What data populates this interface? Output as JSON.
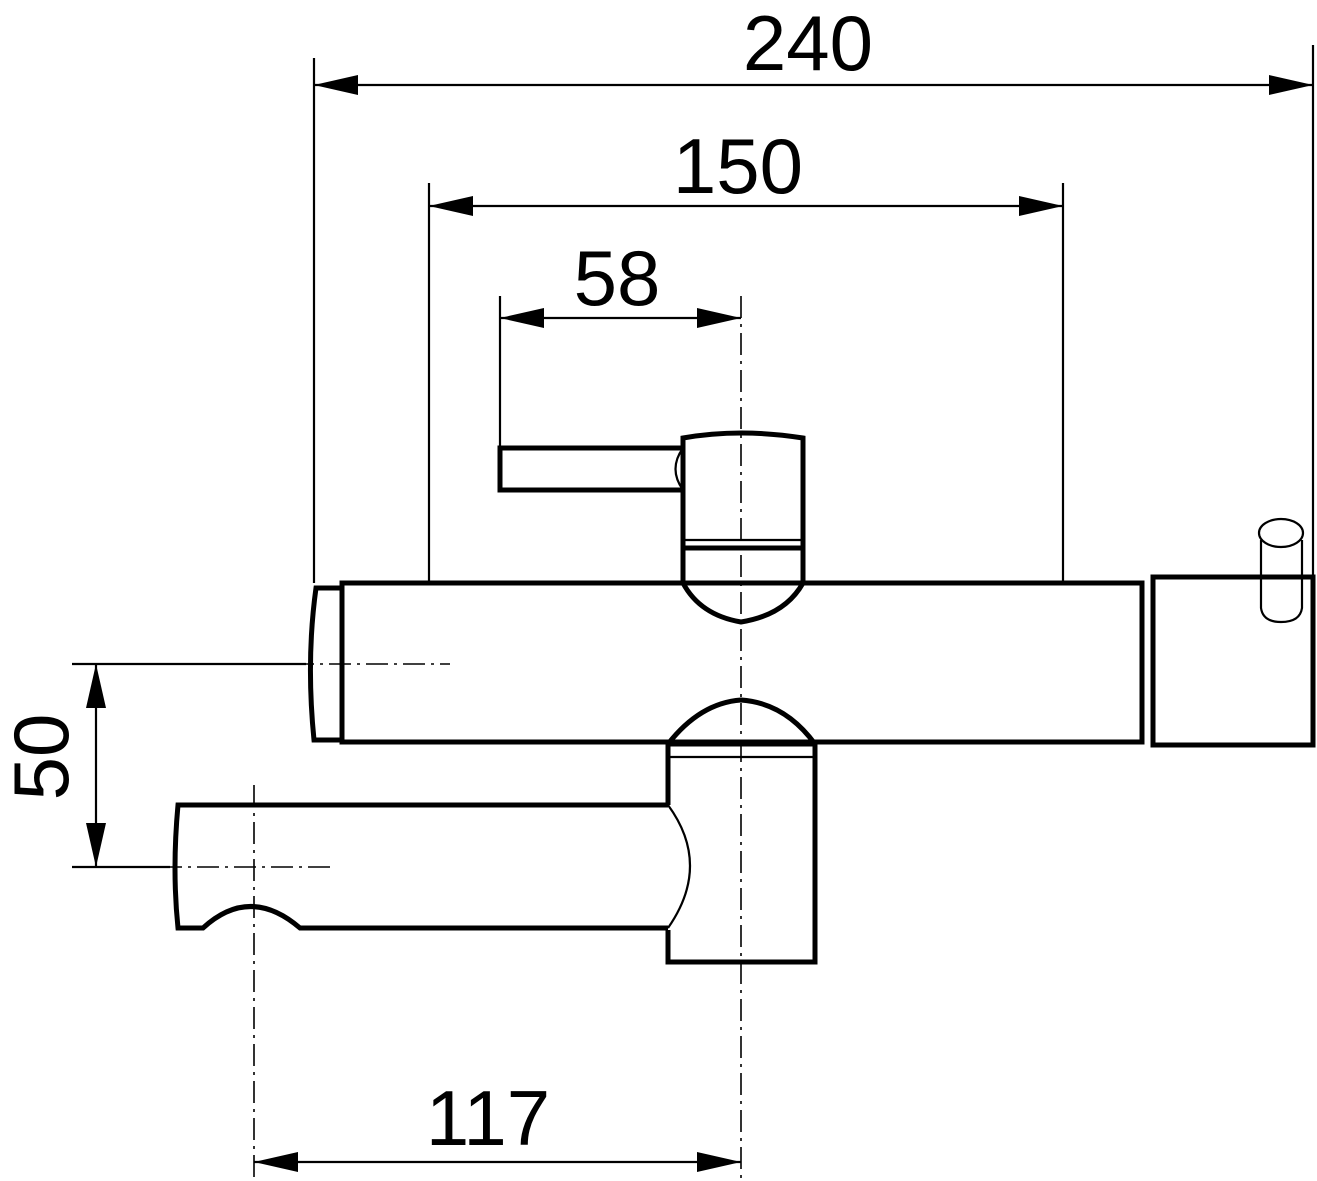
{
  "dimensions": {
    "overall_width": "240",
    "connection_spacing": "150",
    "lever_length": "58",
    "spout_height": "50",
    "spout_reach": "117"
  }
}
